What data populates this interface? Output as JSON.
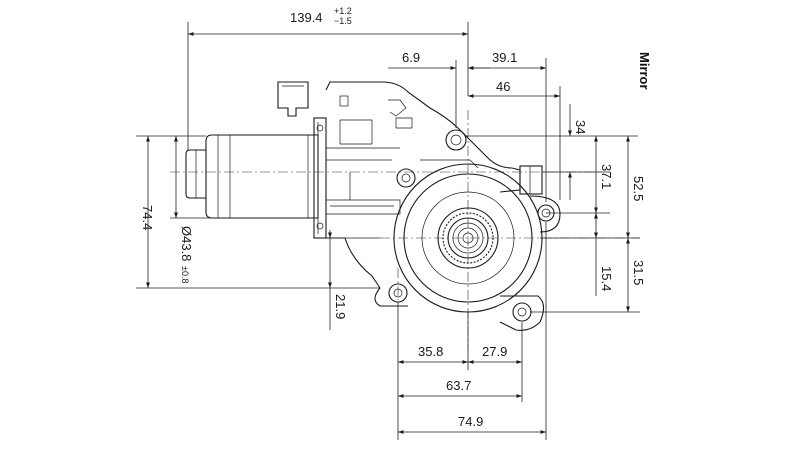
{
  "diagram": {
    "label": "Mirror",
    "dimensions": {
      "overall_length": "139.4",
      "overall_tol_plus": "+1.2",
      "overall_tol_minus": "−1.5",
      "d_6_9": "6.9",
      "d_39_1": "39.1",
      "d_46": "46",
      "d_34": "34",
      "d_37_1": "37.1",
      "d_52_5": "52.5",
      "d_15_4": "15.4",
      "d_31_5": "31.5",
      "d_74_4": "74.4",
      "d_diameter": "Ø43.8",
      "d_diameter_tol": "±0.8",
      "d_21_9": "21.9",
      "d_35_8": "35.8",
      "d_27_9": "27.9",
      "d_63_7": "63.7",
      "d_74_9": "74.9"
    }
  }
}
